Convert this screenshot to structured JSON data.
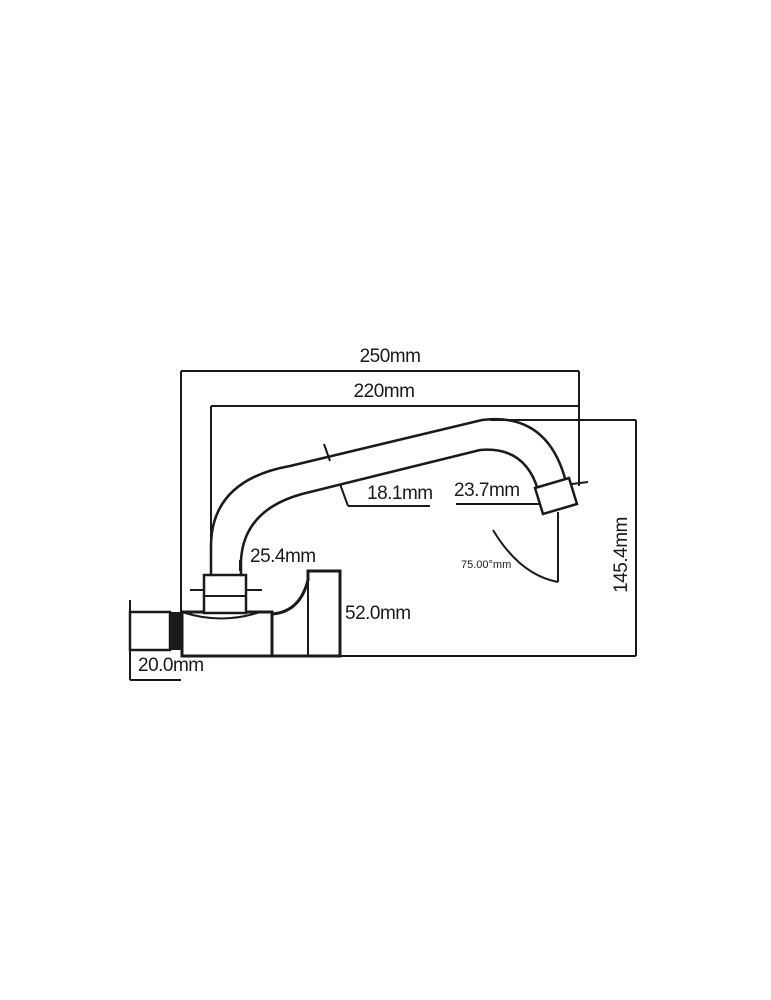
{
  "dimensions": {
    "overall_length": "250mm",
    "spout_length": "220mm",
    "pipe_diameter": "18.1mm",
    "aerator_length": "23.7mm",
    "swivel_collar": "25.4mm",
    "body_height": "52.0mm",
    "total_height": "145.4mm",
    "spray_angle": "75.00°mm",
    "inlet_thread": "20.0mm"
  },
  "colors": {
    "line": "#1a1a1a",
    "background": "#ffffff"
  }
}
